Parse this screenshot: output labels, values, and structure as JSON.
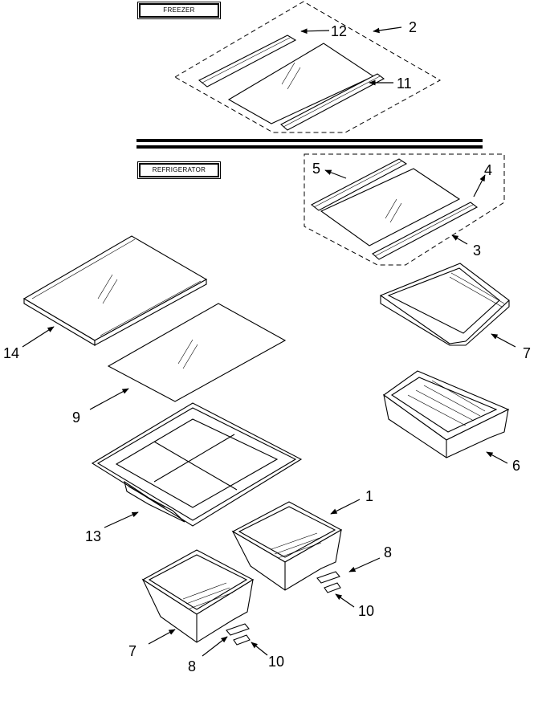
{
  "sections": {
    "freezer": "FREEZER",
    "refrigerator": "REFRIGERATOR"
  },
  "callouts": [
    {
      "id": "c-12",
      "text": "12"
    },
    {
      "id": "c-2",
      "text": "2"
    },
    {
      "id": "c-11",
      "text": "11"
    },
    {
      "id": "c-5",
      "text": "5"
    },
    {
      "id": "c-4",
      "text": "4"
    },
    {
      "id": "c-3",
      "text": "3"
    },
    {
      "id": "c-14",
      "text": "14"
    },
    {
      "id": "c-7a",
      "text": "7"
    },
    {
      "id": "c-9",
      "text": "9"
    },
    {
      "id": "c-6",
      "text": "6"
    },
    {
      "id": "c-1",
      "text": "1"
    },
    {
      "id": "c-13",
      "text": "13"
    },
    {
      "id": "c-8a",
      "text": "8"
    },
    {
      "id": "c-10a",
      "text": "10"
    },
    {
      "id": "c-7b",
      "text": "7"
    },
    {
      "id": "c-8b",
      "text": "8"
    },
    {
      "id": "c-10b",
      "text": "10"
    }
  ]
}
